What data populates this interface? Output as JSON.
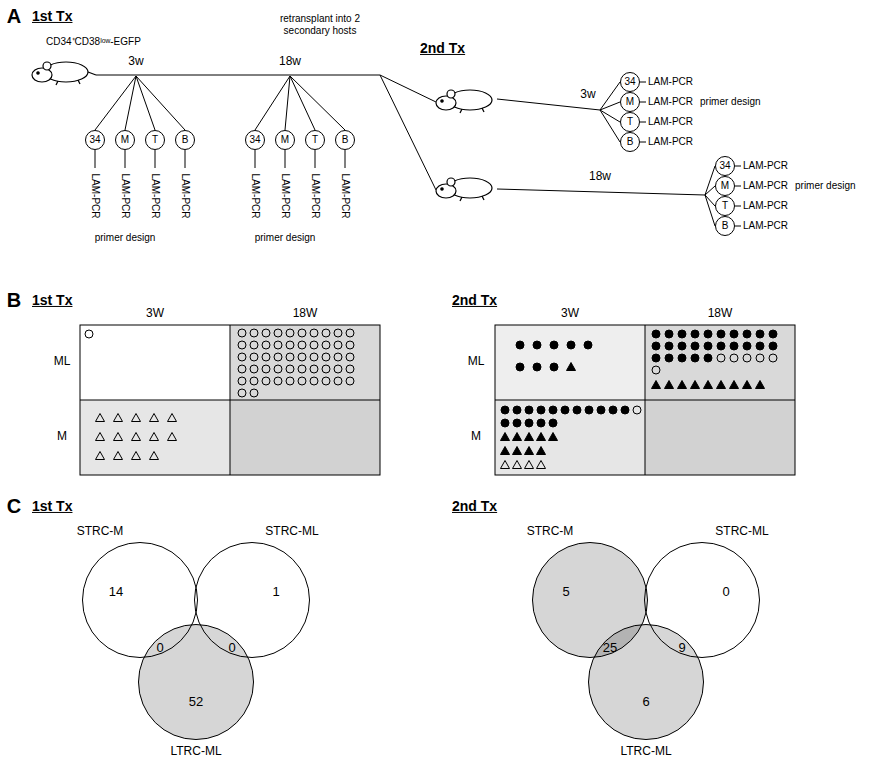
{
  "diagram": {
    "nodes": [
      {
        "text": [
          "34"
        ]
      },
      {
        "text": [
          "M"
        ]
      },
      {
        "text": [
          "T"
        ]
      },
      {
        "text": [
          "B"
        ]
      },
      {
        "text": [
          "34"
        ]
      },
      {
        "text": [
          "M"
        ]
      },
      {
        "text": [
          "T"
        ]
      },
      {
        "text": [
          "B"
        ]
      },
      {
        "text": [
          "34"
        ]
      },
      {
        "text": [
          "M"
        ]
      },
      {
        "text": [
          "T"
        ]
      },
      {
        "text": [
          "B"
        ]
      },
      {
        "text": [
          "34"
        ]
      },
      {
        "text": [
          "M"
        ]
      },
      {
        "text": [
          "T"
        ]
      },
      {
        "text": [
          "B"
        ]
      },
      {
        "text": [
          "STRC-M",
          "14"
        ]
      },
      {
        "text": [
          "STRC-ML",
          "1"
        ]
      },
      {
        "text": [
          "LTRC-ML",
          "52"
        ]
      },
      {
        "text": [
          "STRC-M",
          "5"
        ]
      },
      {
        "text": [
          "STRC-ML",
          "0"
        ]
      },
      {
        "text": [
          "LTRC-ML",
          "6"
        ]
      }
    ],
    "labels": [
      "A",
      "1st Tx",
      "CD34⁺CD38ˡᵒʷ-EGFP",
      "retransplant into 2 secondary hosts",
      "2nd Tx",
      "3w",
      "18w",
      "3w",
      "18w",
      "LAM-PCR",
      "LAM-PCR",
      "LAM-PCR",
      "LAM-PCR",
      "LAM-PCR",
      "LAM-PCR",
      "LAM-PCR",
      "LAM-PCR",
      "primer design",
      "primer design",
      "LAM-PCR",
      "LAM-PCR",
      "LAM-PCR",
      "LAM-PCR",
      "primer design",
      "LAM-PCR",
      "LAM-PCR",
      "LAM-PCR",
      "LAM-PCR",
      "primer design",
      "B",
      "1st Tx",
      "2nd Tx",
      "3W",
      "18W",
      "3W",
      "18W",
      "ML",
      "M",
      "ML",
      "M",
      "C",
      "1st Tx",
      "2nd Tx",
      "0",
      "0",
      "25",
      "9"
    ]
  }
}
